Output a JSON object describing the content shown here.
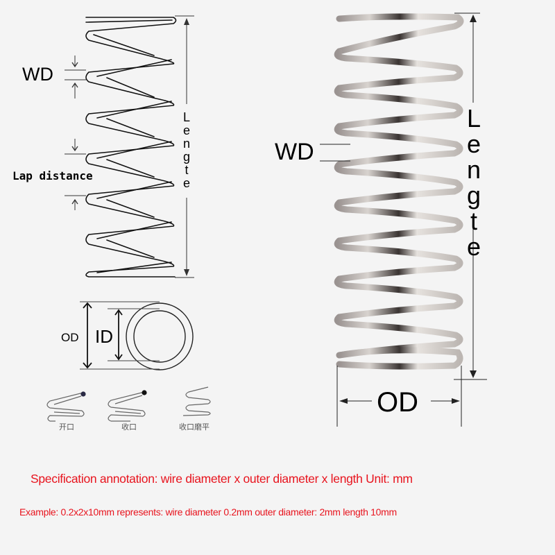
{
  "schematic": {
    "wd_label": "WD",
    "lap_distance_label": "Lap distance",
    "length_label": [
      "L",
      "e",
      "n",
      "g",
      "t",
      "e"
    ]
  },
  "cross_section": {
    "od_label": "OD",
    "id_label": "ID"
  },
  "end_types": [
    {
      "label": "开口",
      "icon": "open-end-spring-icon"
    },
    {
      "label": "收口",
      "icon": "closed-end-spring-icon"
    },
    {
      "label": "收口磨平",
      "icon": "closed-ground-end-spring-icon"
    }
  ],
  "photo": {
    "wd_label": "WD",
    "length_label": [
      "L",
      "e",
      "n",
      "g",
      "t",
      "e"
    ],
    "od_label": "OD"
  },
  "notes": {
    "spec": "Specification annotation: wire diameter x outer diameter x length Unit: mm",
    "example": "Example: 0.2x2x10mm represents: wire diameter 0.2mm outer diameter: 2mm length 10mm"
  },
  "colors": {
    "background": "#f4f4f4",
    "note_text": "#e8141e",
    "line": "#111111",
    "steel_light": "#d9d5d2",
    "steel_dark": "#3a3432"
  }
}
